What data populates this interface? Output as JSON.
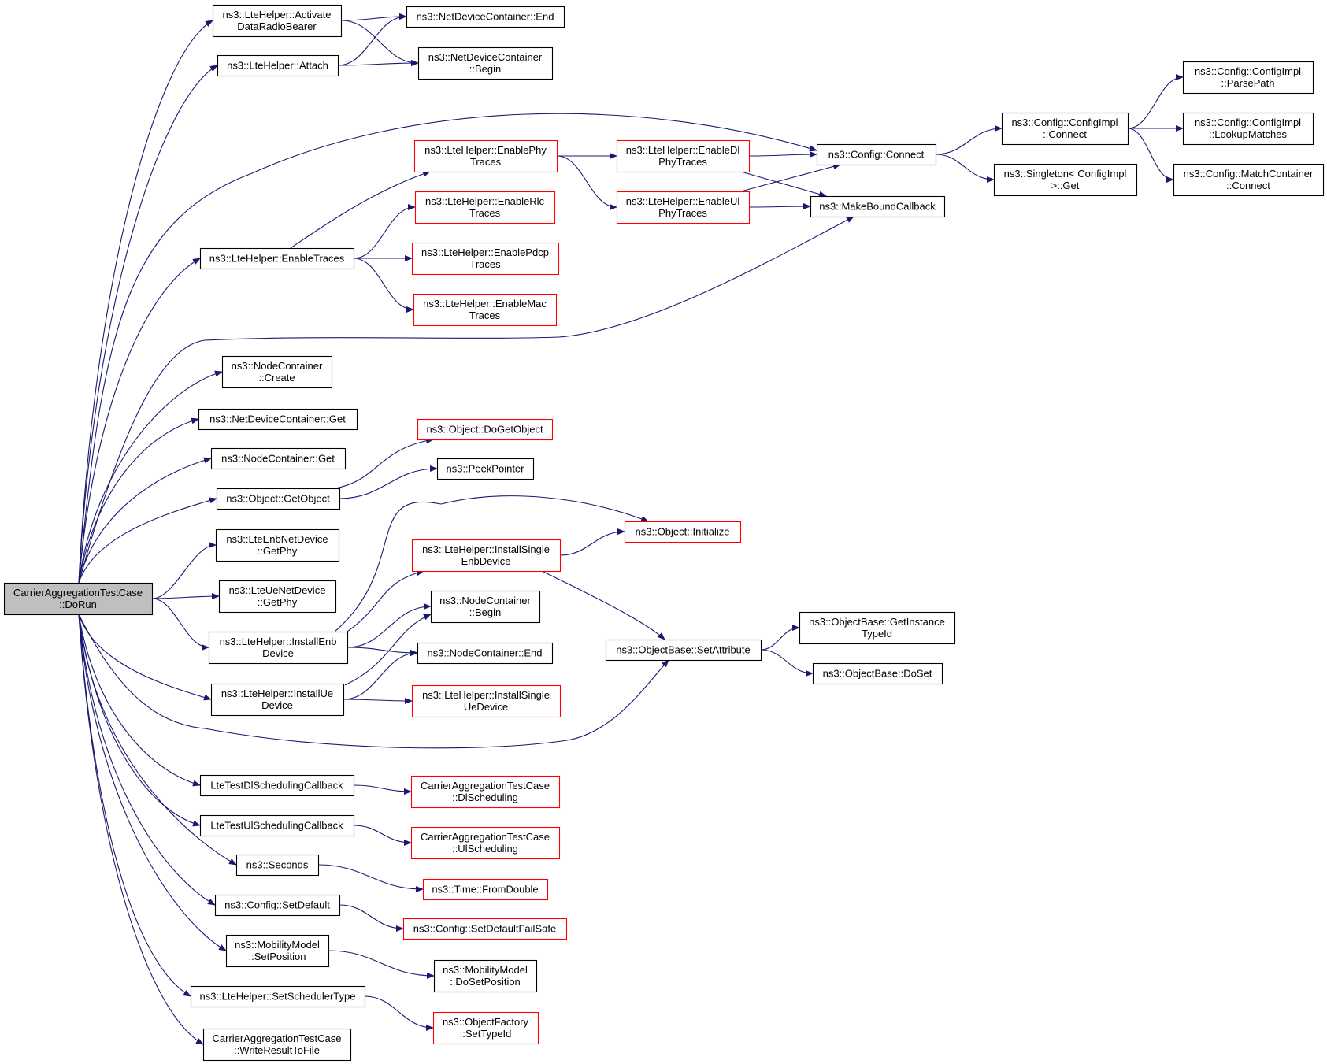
{
  "graph": {
    "root": "root",
    "colors": {
      "edge": "#191970",
      "box_normal": "#000000",
      "box_truncated": "#ff0000",
      "root_fill": "#bfbfbf",
      "box_fill": "#ffffff"
    },
    "nodes": [
      {
        "id": "root",
        "lines": [
          "CarrierAggregationTestCase",
          "::DoRun"
        ],
        "style": "root"
      },
      {
        "id": "activate",
        "lines": [
          "ns3::LteHelper::Activate",
          "DataRadioBearer"
        ],
        "style": "normal"
      },
      {
        "id": "ndc_end",
        "lines": [
          "ns3::NetDeviceContainer::End"
        ],
        "style": "normal"
      },
      {
        "id": "attach",
        "lines": [
          "ns3::LteHelper::Attach"
        ],
        "style": "normal"
      },
      {
        "id": "ndc_begin",
        "lines": [
          "ns3::NetDeviceContainer",
          "::Begin"
        ],
        "style": "normal"
      },
      {
        "id": "enable_phy",
        "lines": [
          "ns3::LteHelper::EnablePhy",
          "Traces"
        ],
        "style": "truncated"
      },
      {
        "id": "enable_dl_phy",
        "lines": [
          "ns3::LteHelper::EnableDl",
          "PhyTraces"
        ],
        "style": "truncated"
      },
      {
        "id": "config_connect",
        "lines": [
          "ns3::Config::Connect"
        ],
        "style": "normal"
      },
      {
        "id": "configimpl_connect",
        "lines": [
          "ns3::Config::ConfigImpl",
          "::Connect"
        ],
        "style": "normal"
      },
      {
        "id": "parse_path",
        "lines": [
          "ns3::Config::ConfigImpl",
          "::ParsePath"
        ],
        "style": "normal"
      },
      {
        "id": "lookup_matches",
        "lines": [
          "ns3::Config::ConfigImpl",
          "::LookupMatches"
        ],
        "style": "normal"
      },
      {
        "id": "match_connect",
        "lines": [
          "ns3::Config::MatchContainer",
          "::Connect"
        ],
        "style": "normal"
      },
      {
        "id": "singleton_get",
        "lines": [
          "ns3::Singleton< ConfigImpl",
          " >::Get"
        ],
        "style": "normal"
      },
      {
        "id": "enable_rlc",
        "lines": [
          "ns3::LteHelper::EnableRlc",
          "Traces"
        ],
        "style": "truncated"
      },
      {
        "id": "enable_ul_phy",
        "lines": [
          "ns3::LteHelper::EnableUl",
          "PhyTraces"
        ],
        "style": "truncated"
      },
      {
        "id": "make_bound",
        "lines": [
          "ns3::MakeBoundCallback"
        ],
        "style": "normal"
      },
      {
        "id": "enable_traces",
        "lines": [
          "ns3::LteHelper::EnableTraces"
        ],
        "style": "normal"
      },
      {
        "id": "enable_pdcp",
        "lines": [
          "ns3::LteHelper::EnablePdcp",
          "Traces"
        ],
        "style": "truncated"
      },
      {
        "id": "enable_mac",
        "lines": [
          "ns3::LteHelper::EnableMac",
          "Traces"
        ],
        "style": "truncated"
      },
      {
        "id": "nc_create",
        "lines": [
          "ns3::NodeContainer",
          "::Create"
        ],
        "style": "normal"
      },
      {
        "id": "ndc_get",
        "lines": [
          "ns3::NetDeviceContainer::Get"
        ],
        "style": "normal"
      },
      {
        "id": "nc_get",
        "lines": [
          "ns3::NodeContainer::Get"
        ],
        "style": "normal"
      },
      {
        "id": "do_get_object",
        "lines": [
          "ns3::Object::DoGetObject"
        ],
        "style": "truncated"
      },
      {
        "id": "peek_pointer",
        "lines": [
          "ns3::PeekPointer"
        ],
        "style": "normal"
      },
      {
        "id": "get_object",
        "lines": [
          "ns3::Object::GetObject"
        ],
        "style": "normal"
      },
      {
        "id": "obj_initialize",
        "lines": [
          "ns3::Object::Initialize"
        ],
        "style": "truncated"
      },
      {
        "id": "enb_getphy",
        "lines": [
          "ns3::LteEnbNetDevice",
          "::GetPhy"
        ],
        "style": "normal"
      },
      {
        "id": "install_single_enb",
        "lines": [
          "ns3::LteHelper::InstallSingle",
          "EnbDevice"
        ],
        "style": "truncated"
      },
      {
        "id": "ue_getphy",
        "lines": [
          "ns3::LteUeNetDevice",
          "::GetPhy"
        ],
        "style": "normal"
      },
      {
        "id": "nc_begin",
        "lines": [
          "ns3::NodeContainer",
          "::Begin"
        ],
        "style": "normal"
      },
      {
        "id": "get_instance_typeid",
        "lines": [
          "ns3::ObjectBase::GetInstance",
          "TypeId"
        ],
        "style": "normal"
      },
      {
        "id": "install_enb",
        "lines": [
          "ns3::LteHelper::InstallEnb",
          "Device"
        ],
        "style": "normal"
      },
      {
        "id": "set_attribute",
        "lines": [
          "ns3::ObjectBase::SetAttribute"
        ],
        "style": "normal"
      },
      {
        "id": "nc_end",
        "lines": [
          "ns3::NodeContainer::End"
        ],
        "style": "normal"
      },
      {
        "id": "do_set",
        "lines": [
          "ns3::ObjectBase::DoSet"
        ],
        "style": "normal"
      },
      {
        "id": "install_ue",
        "lines": [
          "ns3::LteHelper::InstallUe",
          "Device"
        ],
        "style": "normal"
      },
      {
        "id": "install_single_ue",
        "lines": [
          "ns3::LteHelper::InstallSingle",
          "UeDevice"
        ],
        "style": "truncated"
      },
      {
        "id": "dl_sched_cb",
        "lines": [
          "LteTestDlSchedulingCallback"
        ],
        "style": "normal"
      },
      {
        "id": "dl_scheduling",
        "lines": [
          "CarrierAggregationTestCase",
          "::DlScheduling"
        ],
        "style": "truncated"
      },
      {
        "id": "ul_sched_cb",
        "lines": [
          "LteTestUlSchedulingCallback"
        ],
        "style": "normal"
      },
      {
        "id": "ul_scheduling",
        "lines": [
          "CarrierAggregationTestCase",
          "::UlScheduling"
        ],
        "style": "truncated"
      },
      {
        "id": "seconds",
        "lines": [
          "ns3::Seconds"
        ],
        "style": "normal"
      },
      {
        "id": "from_double",
        "lines": [
          "ns3::Time::FromDouble"
        ],
        "style": "truncated"
      },
      {
        "id": "set_default",
        "lines": [
          "ns3::Config::SetDefault"
        ],
        "style": "normal"
      },
      {
        "id": "set_default_failsafe",
        "lines": [
          "ns3::Config::SetDefaultFailSafe"
        ],
        "style": "truncated"
      },
      {
        "id": "mm_setposition",
        "lines": [
          "ns3::MobilityModel",
          "::SetPosition"
        ],
        "style": "normal"
      },
      {
        "id": "mm_dosetposition",
        "lines": [
          "ns3::MobilityModel",
          "::DoSetPosition"
        ],
        "style": "normal"
      },
      {
        "id": "set_scheduler_type",
        "lines": [
          "ns3::LteHelper::SetSchedulerType"
        ],
        "style": "normal"
      },
      {
        "id": "set_typeid",
        "lines": [
          "ns3::ObjectFactory",
          "::SetTypeId"
        ],
        "style": "truncated"
      },
      {
        "id": "write_result",
        "lines": [
          "CarrierAggregationTestCase",
          "::WriteResultToFile"
        ],
        "style": "normal"
      }
    ],
    "edges": [
      [
        "root",
        "activate"
      ],
      [
        "root",
        "attach"
      ],
      [
        "root",
        "config_connect"
      ],
      [
        "root",
        "enable_traces"
      ],
      [
        "root",
        "make_bound"
      ],
      [
        "root",
        "nc_create"
      ],
      [
        "root",
        "ndc_get"
      ],
      [
        "root",
        "nc_get"
      ],
      [
        "root",
        "get_object"
      ],
      [
        "root",
        "enb_getphy"
      ],
      [
        "root",
        "ue_getphy"
      ],
      [
        "root",
        "install_enb"
      ],
      [
        "root",
        "install_ue"
      ],
      [
        "root",
        "set_attribute"
      ],
      [
        "root",
        "dl_sched_cb"
      ],
      [
        "root",
        "ul_sched_cb"
      ],
      [
        "root",
        "seconds"
      ],
      [
        "root",
        "set_default"
      ],
      [
        "root",
        "mm_setposition"
      ],
      [
        "root",
        "set_scheduler_type"
      ],
      [
        "root",
        "write_result"
      ],
      [
        "activate",
        "ndc_end"
      ],
      [
        "activate",
        "ndc_begin"
      ],
      [
        "attach",
        "ndc_end"
      ],
      [
        "attach",
        "ndc_begin"
      ],
      [
        "enable_traces",
        "enable_phy"
      ],
      [
        "enable_traces",
        "enable_rlc"
      ],
      [
        "enable_traces",
        "enable_pdcp"
      ],
      [
        "enable_traces",
        "enable_mac"
      ],
      [
        "enable_phy",
        "enable_dl_phy"
      ],
      [
        "enable_phy",
        "enable_ul_phy"
      ],
      [
        "enable_dl_phy",
        "config_connect"
      ],
      [
        "enable_dl_phy",
        "make_bound"
      ],
      [
        "enable_ul_phy",
        "config_connect"
      ],
      [
        "enable_ul_phy",
        "make_bound"
      ],
      [
        "config_connect",
        "configimpl_connect"
      ],
      [
        "config_connect",
        "singleton_get"
      ],
      [
        "configimpl_connect",
        "parse_path"
      ],
      [
        "configimpl_connect",
        "lookup_matches"
      ],
      [
        "configimpl_connect",
        "match_connect"
      ],
      [
        "get_object",
        "do_get_object"
      ],
      [
        "get_object",
        "peek_pointer"
      ],
      [
        "install_enb",
        "obj_initialize"
      ],
      [
        "install_enb",
        "install_single_enb"
      ],
      [
        "install_enb",
        "nc_begin"
      ],
      [
        "install_enb",
        "nc_end"
      ],
      [
        "install_single_enb",
        "obj_initialize"
      ],
      [
        "install_single_enb",
        "set_attribute"
      ],
      [
        "install_ue",
        "nc_begin"
      ],
      [
        "install_ue",
        "nc_end"
      ],
      [
        "install_ue",
        "install_single_ue"
      ],
      [
        "set_attribute",
        "get_instance_typeid"
      ],
      [
        "set_attribute",
        "do_set"
      ],
      [
        "dl_sched_cb",
        "dl_scheduling"
      ],
      [
        "ul_sched_cb",
        "ul_scheduling"
      ],
      [
        "seconds",
        "from_double"
      ],
      [
        "set_default",
        "set_default_failsafe"
      ],
      [
        "mm_setposition",
        "mm_dosetposition"
      ],
      [
        "set_scheduler_type",
        "set_typeid"
      ]
    ]
  }
}
